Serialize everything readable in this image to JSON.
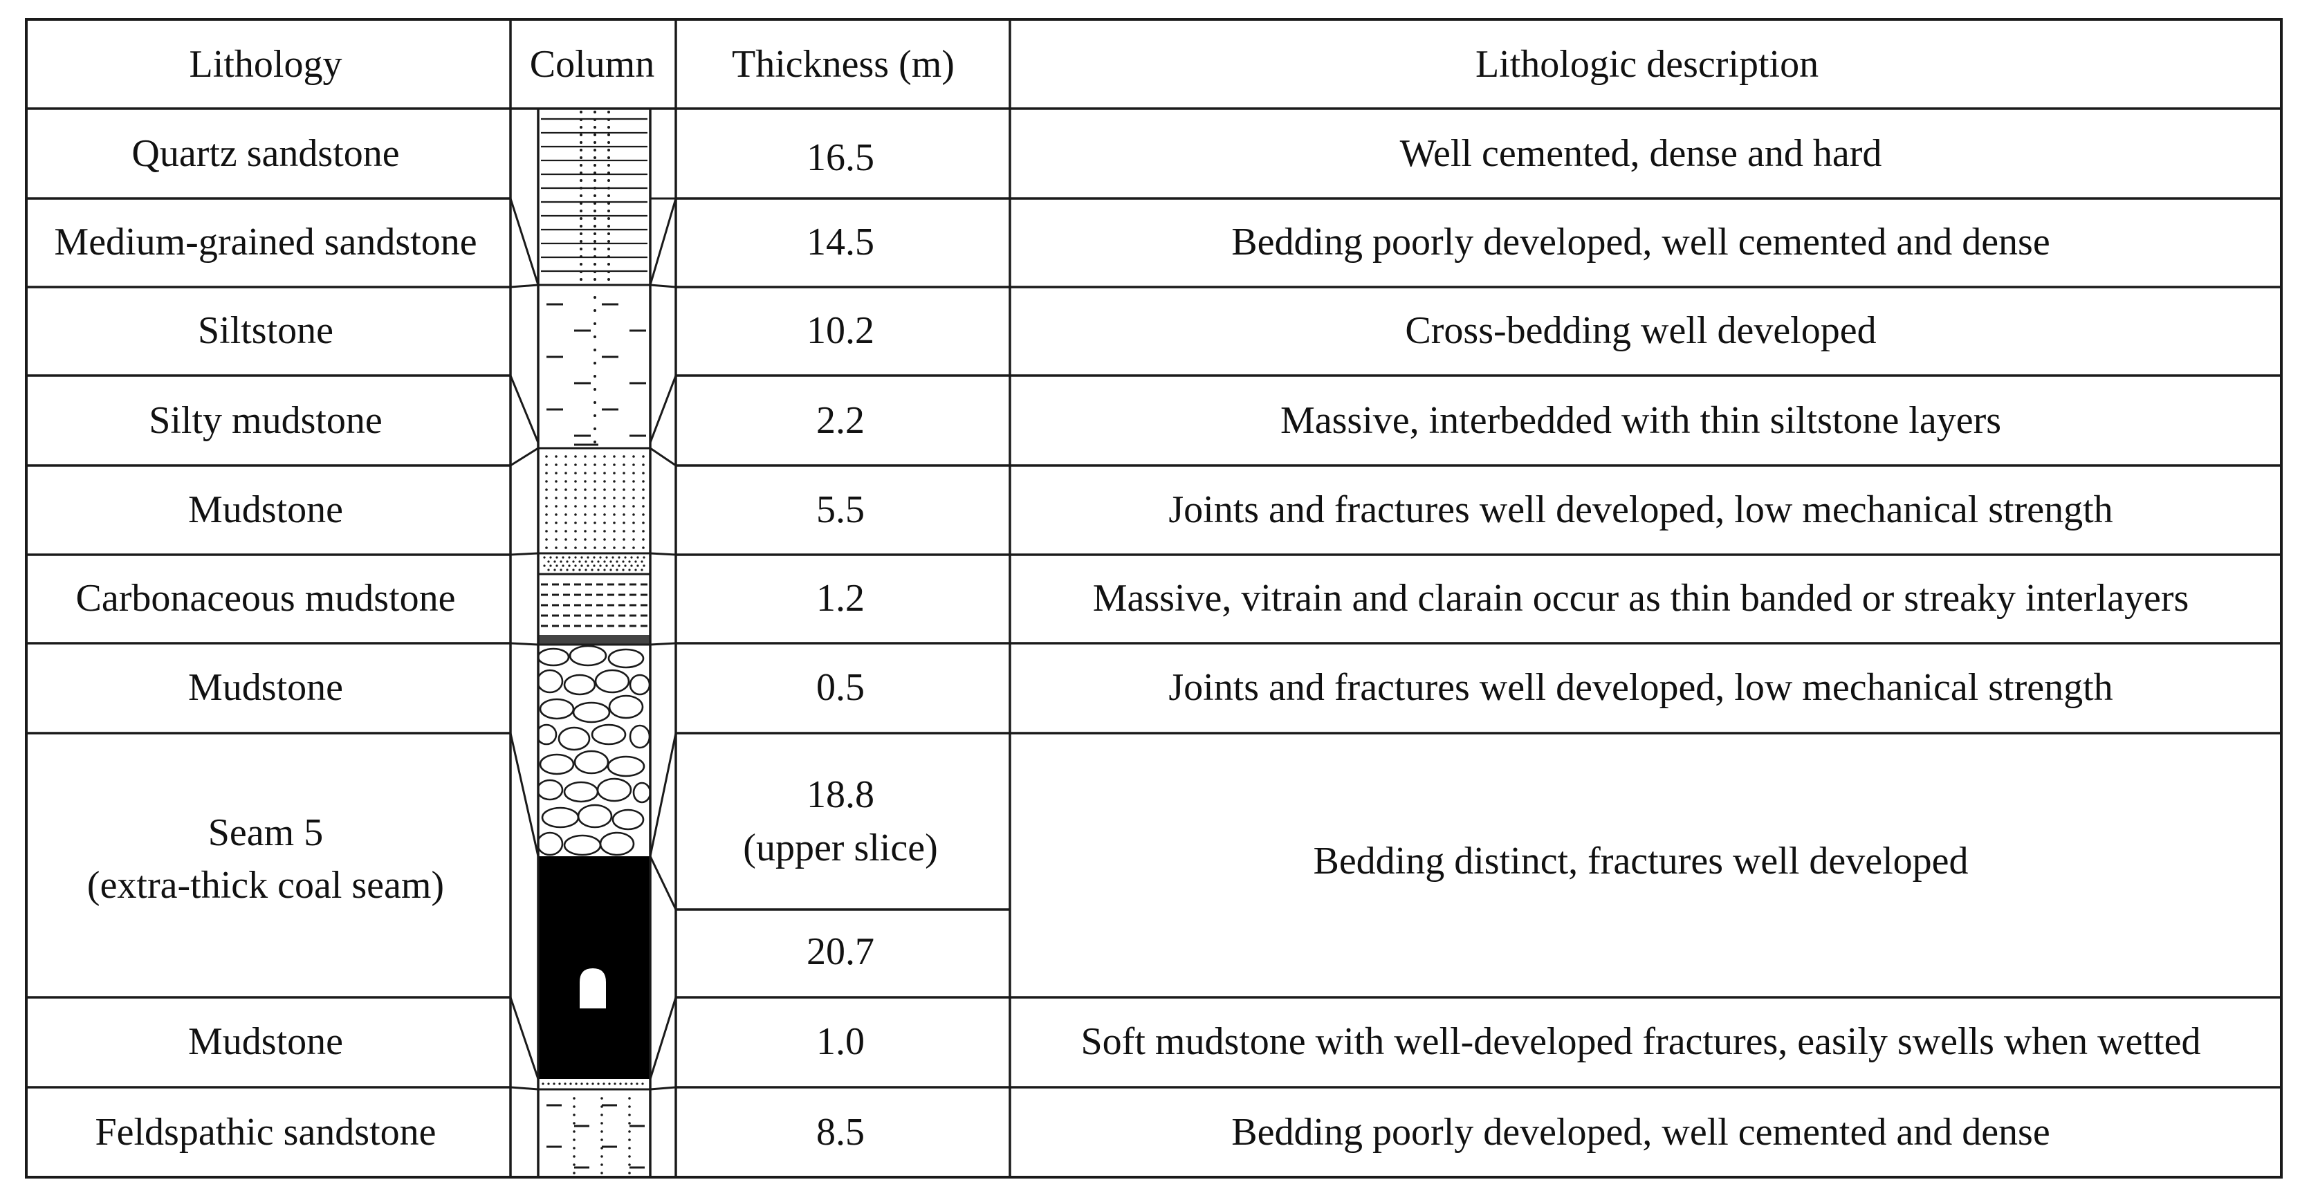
{
  "headers": {
    "lithology": "Lithology",
    "column": "Column",
    "thickness": "Thickness (m)",
    "description": "Lithologic description"
  },
  "rows": [
    {
      "lithology": "Quartz sandstone",
      "thickness": "16.5",
      "description": "Well cemented, dense and hard"
    },
    {
      "lithology": "Medium-grained sandstone",
      "thickness": "14.5",
      "description": "Bedding poorly developed, well cemented and dense"
    },
    {
      "lithology": "Siltstone",
      "thickness": "10.2",
      "description": "Cross-bedding well developed"
    },
    {
      "lithology": "Silty mudstone",
      "thickness": "2.2",
      "description": "Massive, interbedded with thin siltstone layers"
    },
    {
      "lithology": "Mudstone",
      "thickness": "5.5",
      "description": "Joints and fractures well developed, low mechanical strength"
    },
    {
      "lithology": "Carbonaceous mudstone",
      "thickness": "1.2",
      "description": "Massive, vitrain and clarain occur as thin banded or streaky interlayers"
    },
    {
      "lithology": "Mudstone",
      "thickness": "0.5",
      "description": "Joints and fractures well developed, low mechanical strength"
    },
    {
      "lithology_line1": "Seam 5",
      "lithology_line2": "(extra-thick coal seam)",
      "thickness_upper_line1": "18.8",
      "thickness_upper_line2": "(upper slice)",
      "thickness_lower": "20.7",
      "description": "Bedding distinct, fractures well developed"
    },
    {
      "lithology": "Mudstone",
      "thickness": "1.0",
      "description": "Soft mudstone with well-developed fractures, easily swells when wetted"
    },
    {
      "lithology": "Feldspathic sandstone",
      "thickness": "8.5",
      "description": "Bedding poorly developed, well cemented and dense"
    }
  ],
  "colors": {
    "line": "#1a1a1a",
    "text": "#111111",
    "coal": "#000000",
    "background": "#ffffff"
  }
}
